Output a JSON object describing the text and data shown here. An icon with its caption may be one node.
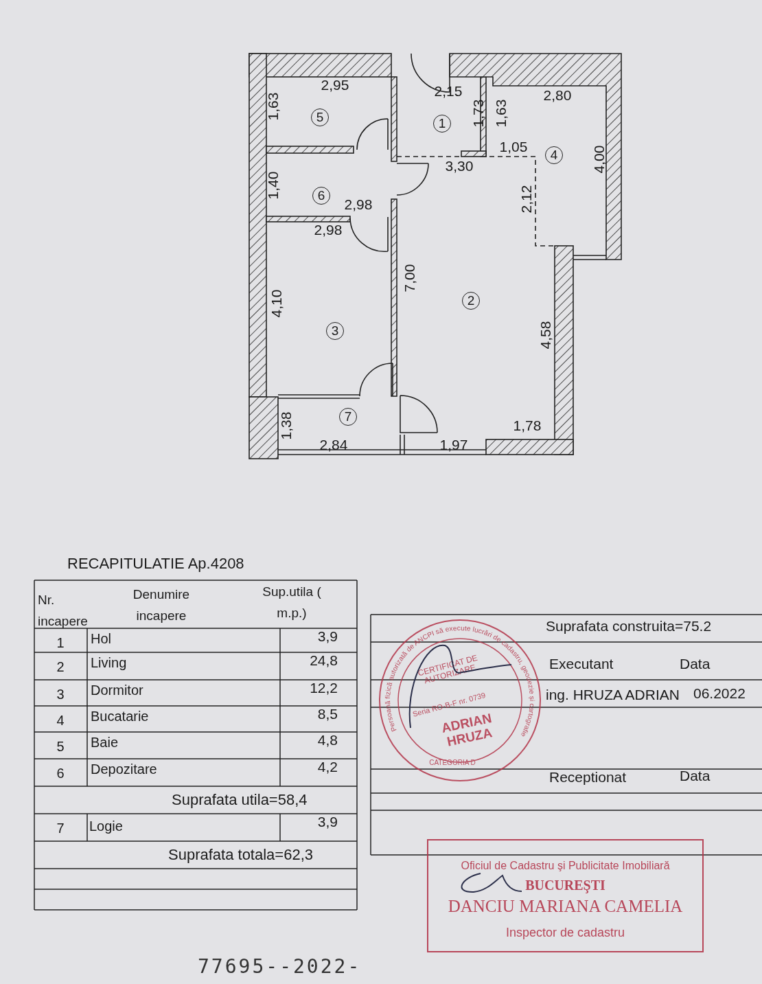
{
  "diagram": {
    "nodes": [
      {
        "text": [
          "5"
        ]
      },
      {
        "text": [
          "1"
        ]
      },
      {
        "text": [
          "4"
        ]
      },
      {
        "text": [
          "6"
        ]
      },
      {
        "text": [
          "2"
        ]
      },
      {
        "text": [
          "3"
        ]
      },
      {
        "text": [
          "7"
        ]
      },
      {
        "text": [
          "Persoană fizică autorizată de ANCPI să execute lucrări de cadastru, geodezie și cartografie",
          "CERTIFICAT DE AUTORIZARE",
          "Seria RO-B-F nr. 0739",
          "ADRIAN HRUZA",
          "CATEGORIA D"
        ]
      },
      {
        "text": [
          "Oficiul de Cadastru şi Publicitate Imobiliară",
          "BUCUREŞTI",
          "DANCIU MARIANA CAMELIA",
          "Inspector de cadastru"
        ]
      }
    ],
    "labels": [
      "2,95",
      "1,63",
      "2,15",
      "1,73",
      "1,63",
      "2,80",
      "1,05",
      "4,00",
      "3,30",
      "1,40",
      "2,12",
      "2,98",
      "2,98",
      "7,00",
      "4,10",
      "4,58",
      "1,38",
      "1,78",
      "2,84",
      "1,97",
      "RECAPITULATIE Ap.4208",
      "Nr. incapere",
      "Denumire incapere",
      "Sup.utila ( m.p.)",
      "1",
      "Hol",
      "3,9",
      "2",
      "Living",
      "24,8",
      "3",
      "Dormitor",
      "12,2",
      "4",
      "Bucatarie",
      "8,5",
      "5",
      "Baie",
      "4,8",
      "6",
      "Depozitare",
      "4,2",
      "Suprafata utila=58,4",
      "7",
      "Logie",
      "3,9",
      "Suprafata totala=62,3",
      "Suprafata construita=75.2",
      "Executant",
      "Data",
      "ing. HRUZA ADRIAN",
      "06.2022",
      "Receptionat",
      "Data",
      "77695--2022-"
    ]
  }
}
